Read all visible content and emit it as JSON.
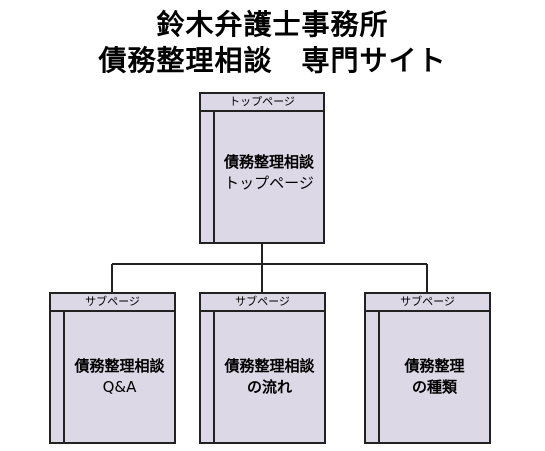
{
  "title_line1": "鈴木弁護士事務所",
  "title_line2": "債務整理相談　専門サイト",
  "top_page": {
    "header": "トップページ",
    "line1": "債務整理相談",
    "line2": "トップページ"
  },
  "sub_pages": [
    {
      "header": "サブページ",
      "line1": "債務整理相談",
      "line2": "Q&A"
    },
    {
      "header": "サブページ",
      "line1": "債務整理相談",
      "line2": "の流れ"
    },
    {
      "header": "サブページ",
      "line1": "債務整理",
      "line2": "の種類"
    }
  ]
}
